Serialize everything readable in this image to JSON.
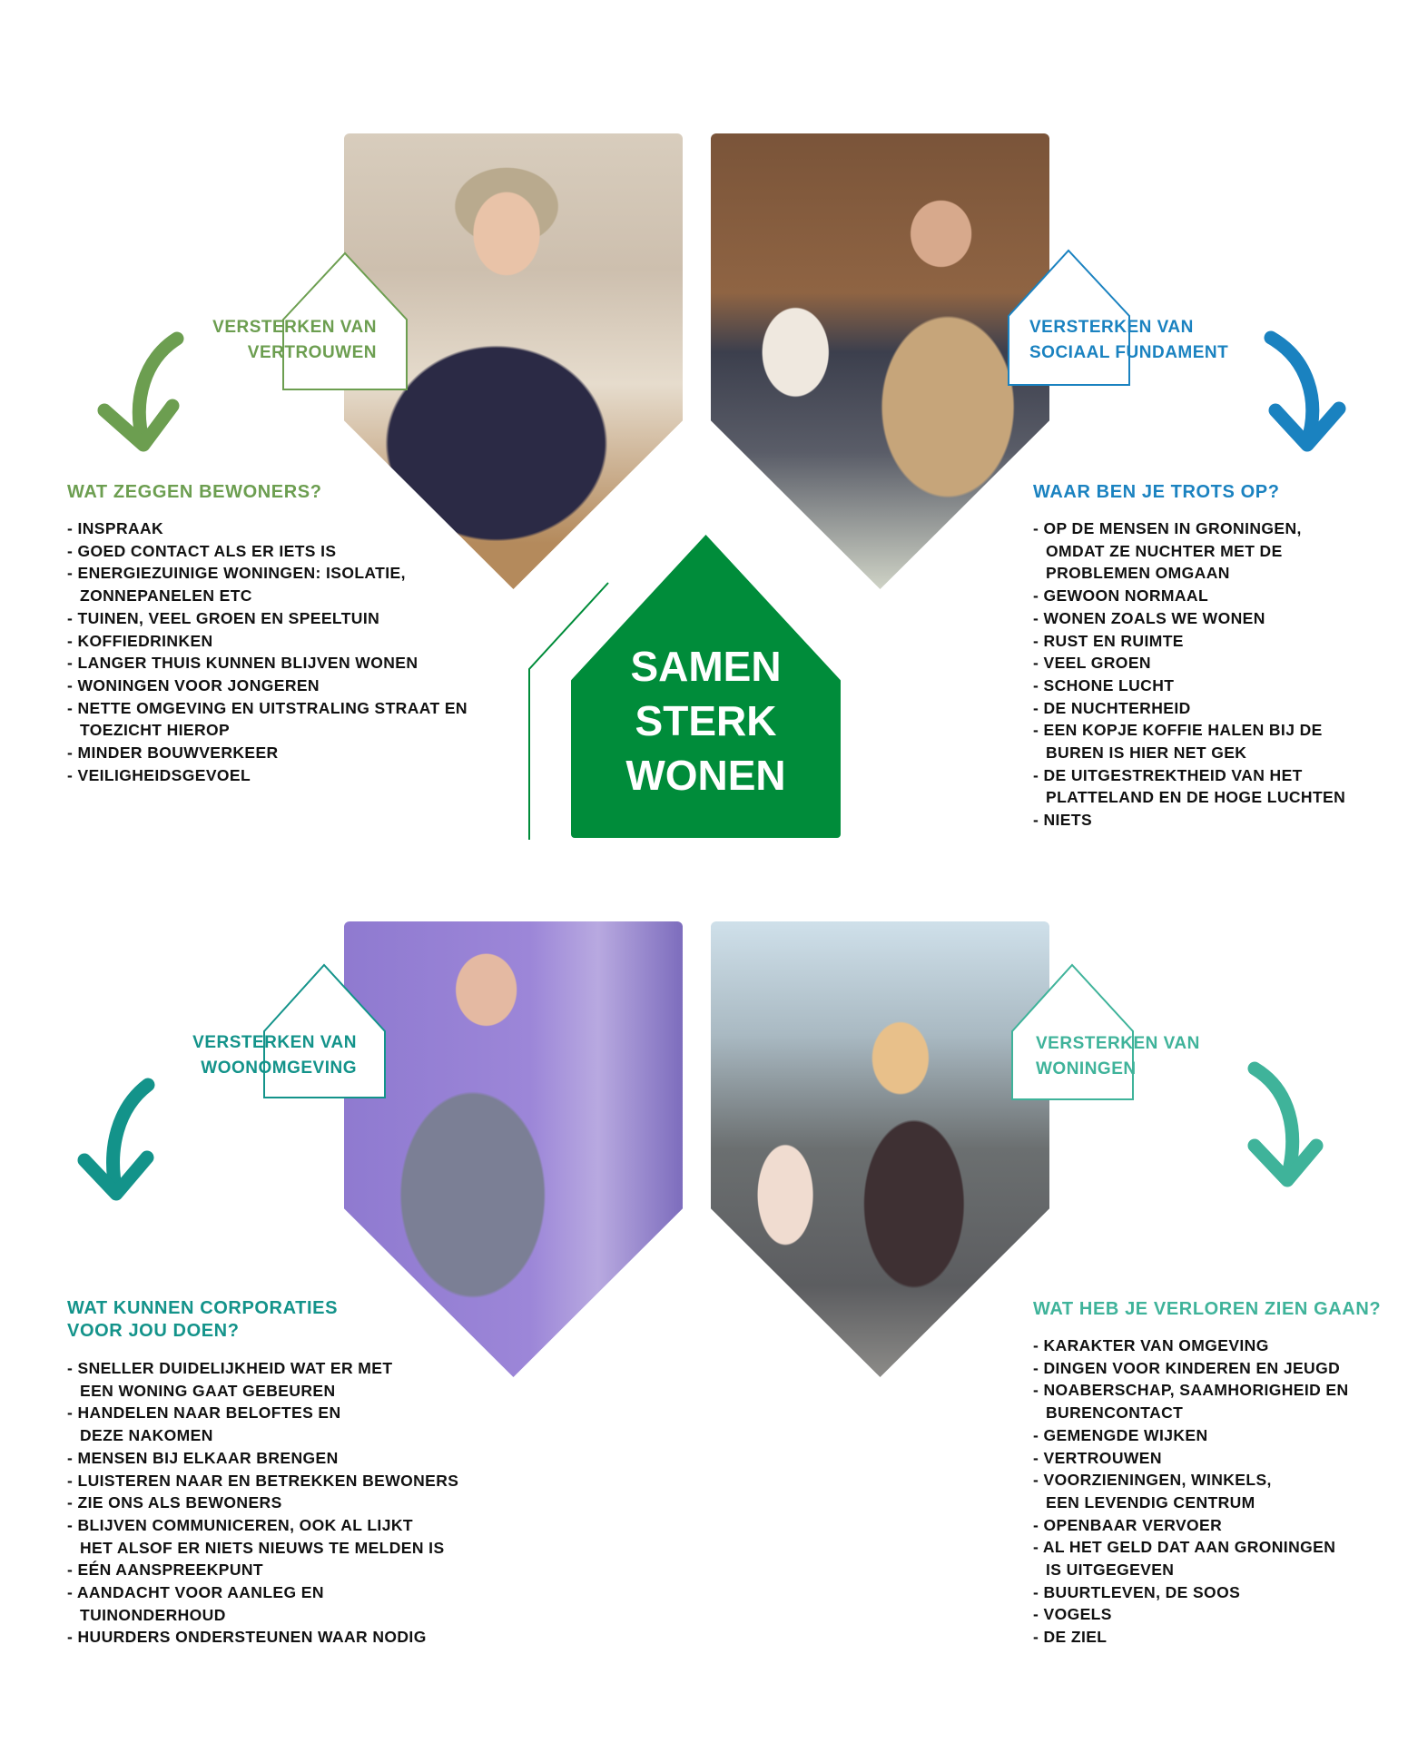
{
  "colors": {
    "vertrouwen": "#6c9e50",
    "sociaal": "#1a82c0",
    "woonomgeving": "#13938a",
    "woningen": "#3fb39a",
    "center": "#008c3a"
  },
  "center": {
    "lines": [
      "SAMEN",
      "STERK",
      "WONEN"
    ]
  },
  "sections": [
    {
      "label": [
        "VERSTERKEN VAN",
        "VERTROUWEN"
      ],
      "heading": [
        "WAT ZEGGEN BEWONERS?"
      ],
      "items": [
        "INSPRAAK",
        "GOED CONTACT ALS ER IETS IS",
        "ENERGIEZUINIGE WONINGEN: ISOLATIE,\nZONNEPANELEN ETC",
        "TUINEN, VEEL GROEN EN SPEELTUIN",
        "KOFFIEDRINKEN",
        "LANGER THUIS KUNNEN BLIJVEN WONEN",
        "WONINGEN VOOR JONGEREN",
        "NETTE OMGEVING EN UITSTRALING STRAAT EN\nTOEZICHT HIEROP",
        "MINDER BOUWVERKEER",
        "VEILIGHEIDSGEVOEL"
      ]
    },
    {
      "label": [
        "VERSTERKEN VAN",
        "SOCIAAL FUNDAMENT"
      ],
      "heading": [
        "WAAR BEN JE TROTS OP?"
      ],
      "items": [
        "OP DE MENSEN IN GRONINGEN,\nOMDAT ZE NUCHTER MET DE\nPROBLEMEN OMGAAN",
        "GEWOON NORMAAL",
        "WONEN ZOALS WE WONEN",
        "RUST EN RUIMTE",
        "VEEL GROEN",
        "SCHONE LUCHT",
        "DE NUCHTERHEID",
        "EEN KOPJE KOFFIE HALEN BIJ DE\nBUREN IS HIER NET GEK",
        "DE UITGESTREKTHEID VAN HET\nPLATTELAND EN DE HOGE LUCHTEN",
        "NIETS"
      ]
    },
    {
      "label": [
        "VERSTERKEN VAN",
        "WOONOMGEVING"
      ],
      "heading": [
        "WAT KUNNEN CORPORATIES",
        "VOOR JOU DOEN?"
      ],
      "items": [
        "SNELLER DUIDELIJKHEID WAT ER MET\nEEN WONING GAAT GEBEUREN",
        "HANDELEN NAAR BELOFTES EN\nDEZE NAKOMEN",
        "MENSEN BIJ ELKAAR BRENGEN",
        "LUISTEREN NAAR EN BETREKKEN BEWONERS",
        "ZIE ONS ALS BEWONERS",
        "BLIJVEN COMMUNICEREN, OOK AL LIJKT\nHET ALSOF ER NIETS NIEUWS TE MELDEN IS",
        "EÉN AANSPREEKPUNT",
        "AANDACHT VOOR AANLEG EN\nTUINONDERHOUD",
        "HUURDERS ONDERSTEUNEN WAAR NODIG"
      ]
    },
    {
      "label": [
        "VERSTERKEN VAN",
        "WONINGEN"
      ],
      "heading": [
        "WAT HEB JE VERLOREN ZIEN GAAN?"
      ],
      "items": [
        "KARAKTER VAN OMGEVING",
        "DINGEN VOOR KINDEREN EN JEUGD",
        "NOABERSCHAP, SAAMHORIGHEID EN\nBURENCONTACT",
        "GEMENGDE WIJKEN",
        "VERTROUWEN",
        "VOORZIENINGEN, WINKELS,\nEEN LEVENDIG CENTRUM",
        "OPENBAAR VERVOER",
        "AL HET GELD DAT AAN GRONINGEN\nIS UITGEGEVEN",
        "BUURTLEVEN, DE SOOS",
        "VOGELS",
        "DE ZIEL"
      ]
    }
  ]
}
